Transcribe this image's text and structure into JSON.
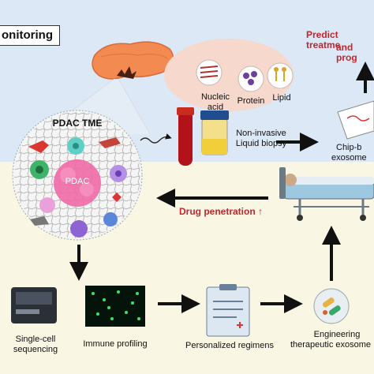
{
  "monitoring_tag": "onitoring",
  "predict_line1": "Predict treatme",
  "predict_line2": "and prog",
  "bubble_labels": {
    "nucleic_acid": "Nucleic acid",
    "protein": "Protein",
    "lipid": "Lipid"
  },
  "tme_title": "PDAC TME",
  "pdac_core": "PDAC",
  "biopsy_line1": "Non-invasive",
  "biopsy_line2": "Liquid biopsy",
  "chip_line1": "Chip-b",
  "chip_line2": "exosome",
  "drug_penetration": "Drug penetration ↑",
  "steps": {
    "sc_line1": "Single-cell",
    "sc_line2": "sequencing",
    "immune": "Immune profiling",
    "personalized": "Personalized regimens",
    "eng_line1": "Engineering",
    "eng_line2": "therapeutic exosome"
  },
  "colors": {
    "top_band": "#dde8f6",
    "bottom_band": "#f9f6e3",
    "accent_red": "#c0282d",
    "bubble": "#f6d8cc"
  }
}
